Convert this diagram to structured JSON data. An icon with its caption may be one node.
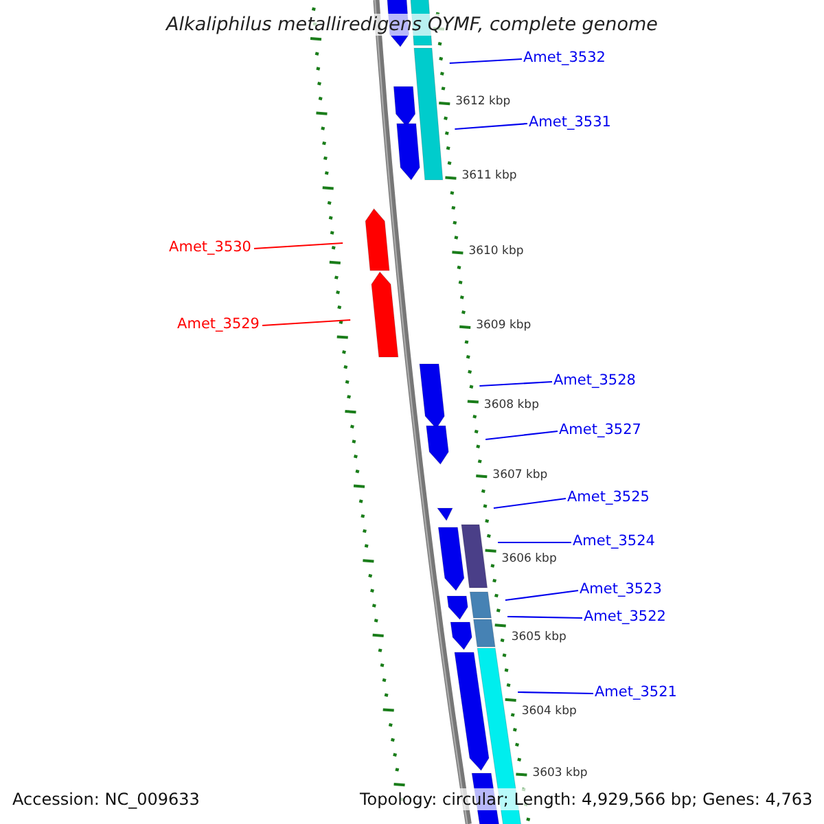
{
  "diagram": {
    "title": "Alkaliphilus metalliredigens QYMF, complete genome",
    "nodes": [
      {
        "text": [
          "Amet_3532"
        ]
      },
      {
        "text": [
          "Amet_3531"
        ]
      },
      {
        "text": [
          "Amet_3530"
        ]
      },
      {
        "text": [
          "Amet_3529"
        ]
      },
      {
        "text": [
          "Amet_3528"
        ]
      },
      {
        "text": [
          "Amet_3527"
        ]
      },
      {
        "text": [
          "Amet_3525"
        ]
      },
      {
        "text": [
          "Amet_3524"
        ]
      },
      {
        "text": [
          "Amet_3523"
        ]
      },
      {
        "text": [
          "Amet_3522"
        ]
      },
      {
        "text": [
          "Amet_3521"
        ]
      }
    ],
    "edges": [
      {
        "from": 0,
        "to": null,
        "arrow": "none"
      },
      {
        "from": 1,
        "to": null,
        "arrow": "none"
      },
      {
        "from": 2,
        "to": null,
        "arrow": "none",
        "color": "#ff0000"
      },
      {
        "from": 3,
        "to": null,
        "arrow": "none",
        "color": "#ff0000"
      },
      {
        "from": 4,
        "to": null,
        "arrow": "none"
      },
      {
        "from": 5,
        "to": null,
        "arrow": "none"
      },
      {
        "from": 6,
        "to": null,
        "arrow": "none"
      },
      {
        "from": 7,
        "to": null,
        "arrow": "none"
      },
      {
        "from": 8,
        "to": null,
        "arrow": "none"
      },
      {
        "from": 9,
        "to": null,
        "arrow": "none"
      },
      {
        "from": 10,
        "to": null,
        "arrow": "none"
      }
    ],
    "labels": [
      "3612 kbp",
      "3611 kbp",
      "3610 kbp",
      "3609 kbp",
      "3608 kbp",
      "3607 kbp",
      "3606 kbp",
      "3605 kbp",
      "3604 kbp",
      "3603 kbp",
      "Accession: NC_009633",
      "Topology: circular; Length: 4,929,566 bp; Genes: 4,763"
    ]
  }
}
